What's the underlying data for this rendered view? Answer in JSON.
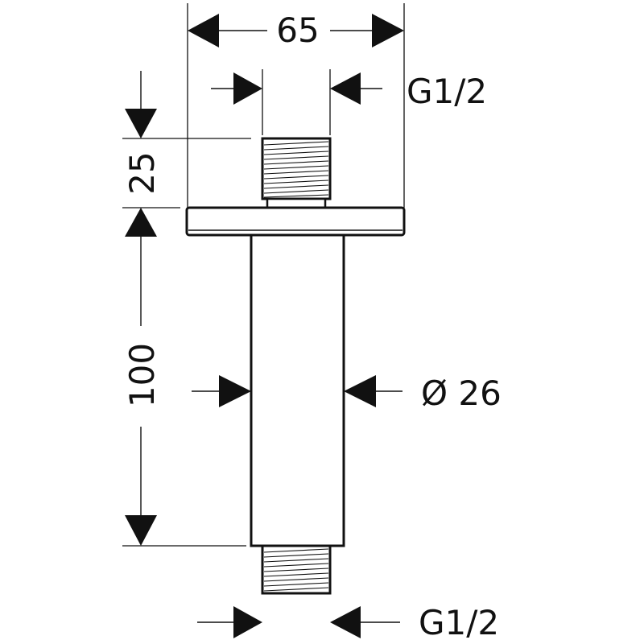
{
  "drawing": {
    "title": "Ceiling connector dimension drawing",
    "dims": {
      "flange_width": "65",
      "top_thread": "G1/2",
      "top_thread_length": "25",
      "pipe_length": "100",
      "pipe_diameter": "Ø 26",
      "bottom_thread": "G1/2"
    },
    "colors": {
      "ink": "#111111",
      "background": "#ffffff"
    }
  }
}
